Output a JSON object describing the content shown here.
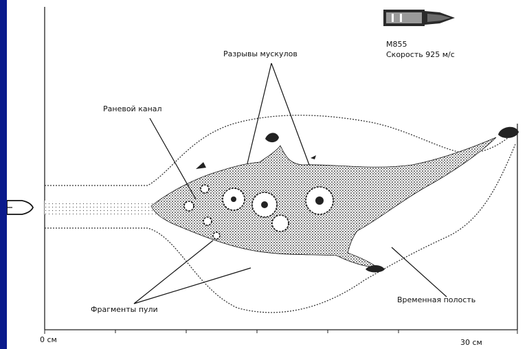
{
  "bullet_info": {
    "model": "M855",
    "speed": "Скорость 925 м/с"
  },
  "labels": {
    "muscle_tears": "Разрывы мускулов",
    "wound_channel": "Раневой канал",
    "bullet_fragments": "Фрагменты пули",
    "temporary_cavity": "Временная полость"
  },
  "axis": {
    "start": "0 см",
    "end": "30 см"
  },
  "colors": {
    "frame": "#0a1a8c",
    "background": "#ffffff",
    "ink": "#111111"
  },
  "icons": [
    "bullet-icon",
    "bullet-entry-icon",
    "bullet-fragment-icon"
  ]
}
